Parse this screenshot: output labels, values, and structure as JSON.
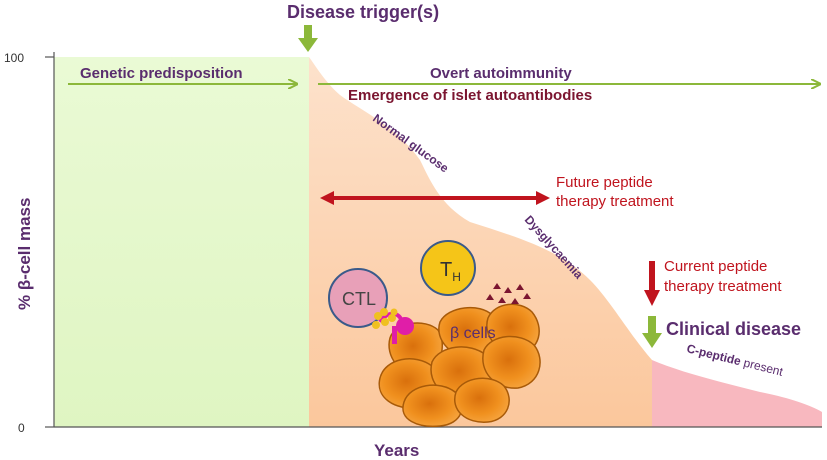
{
  "colors": {
    "predisposition_fill": "#e8f8d0",
    "autoimmunity_fill": "#fbc79c",
    "clinical_fill": "#f6b0b8",
    "green_arrow": "#8cb83a",
    "red_arrow": "#c0141e",
    "purple_text": "#5a2d6e",
    "maroon_text": "#7b1530",
    "cell_orange": "#f0901e",
    "th_yellow": "#f5c518",
    "ctl_pink": "#e8a0b8"
  },
  "title": "Disease trigger(s)",
  "y_axis": {
    "label": "% β-cell mass",
    "ticks": [
      "100",
      "0"
    ]
  },
  "x_axis": {
    "label": "Years"
  },
  "phases": {
    "predisposition": "Genetic predisposition",
    "autoimmunity": "Overt autoimmunity",
    "autoantibodies": "Emergence of islet autoantibodies"
  },
  "curve_labels": {
    "normal_glucose": "Normal glucose",
    "dysglycaemia": "Dysglycaemia",
    "c_peptide_bold": "C-peptide",
    "c_peptide_rest": " present"
  },
  "therapy": {
    "future_line1": "Future peptide",
    "future_line2": "therapy treatment",
    "current_line1": "Current peptide",
    "current_line2": "therapy treatment"
  },
  "clinical": "Clinical disease",
  "cells": {
    "ctl": "CTL",
    "th_main": "T",
    "th_sub": "H",
    "beta": "β cells"
  },
  "icons": {
    "trigger": "down-arrow-icon",
    "clinical": "down-arrow-icon",
    "current_therapy": "down-arrow-icon",
    "future_therapy": "double-arrow-icon"
  }
}
